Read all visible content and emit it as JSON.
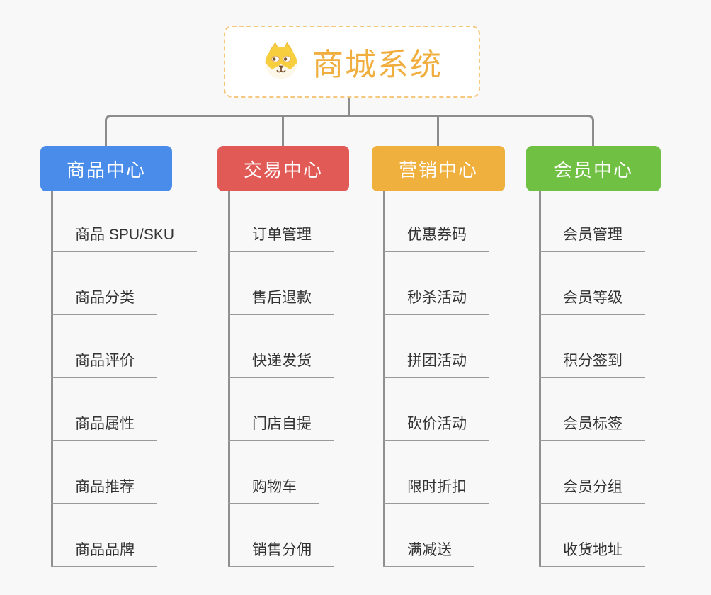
{
  "root": {
    "title": "商城系统",
    "icon": "shiba-dog-icon"
  },
  "theme": {
    "background": "#f8f8f8",
    "connector_color": "#8c8c8c",
    "underline_color": "#9a9a9a",
    "item_text_color": "#333333",
    "root_text_color": "#f0ae3f",
    "root_border_color": "#f6c87e"
  },
  "branches": [
    {
      "label": "商品中心",
      "color": "#4a8ce9",
      "items": [
        "商品 SPU/SKU",
        "商品分类",
        "商品评价",
        "商品属性",
        "商品推荐",
        "商品品牌"
      ]
    },
    {
      "label": "交易中心",
      "color": "#e15a55",
      "items": [
        "订单管理",
        "售后退款",
        "快递发货",
        "门店自提",
        "购物车",
        "销售分佣"
      ]
    },
    {
      "label": "营销中心",
      "color": "#efb03e",
      "items": [
        "优惠券码",
        "秒杀活动",
        "拼团活动",
        "砍价活动",
        "限时折扣",
        "满减送"
      ]
    },
    {
      "label": "会员中心",
      "color": "#70c043",
      "items": [
        "会员管理",
        "会员等级",
        "积分签到",
        "会员标签",
        "会员分组",
        "收货地址"
      ]
    }
  ]
}
